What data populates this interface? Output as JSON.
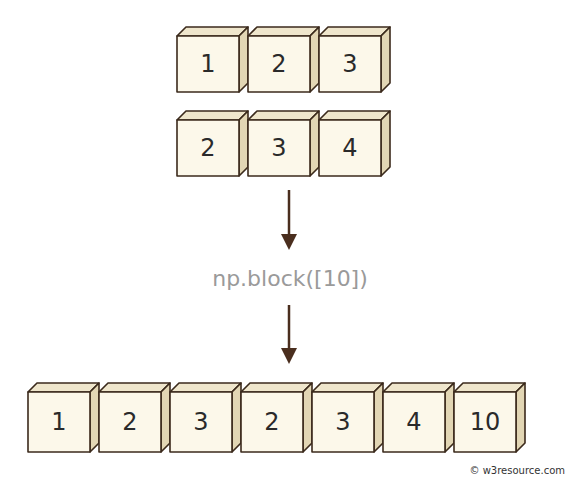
{
  "diagram": {
    "nodes": [
      {
        "text": [
          "1"
        ]
      },
      {
        "text": [
          "2"
        ]
      },
      {
        "text": [
          "3"
        ]
      },
      {
        "text": [
          "2"
        ]
      },
      {
        "text": [
          "3"
        ]
      },
      {
        "text": [
          "4"
        ]
      },
      {
        "text": [
          "1"
        ]
      },
      {
        "text": [
          "2"
        ]
      },
      {
        "text": [
          "3"
        ]
      },
      {
        "text": [
          "2"
        ]
      },
      {
        "text": [
          "3"
        ]
      },
      {
        "text": [
          "4"
        ]
      },
      {
        "text": [
          "10"
        ]
      }
    ],
    "labels": [
      "np.block([10])",
      "© w3resource.com"
    ]
  }
}
